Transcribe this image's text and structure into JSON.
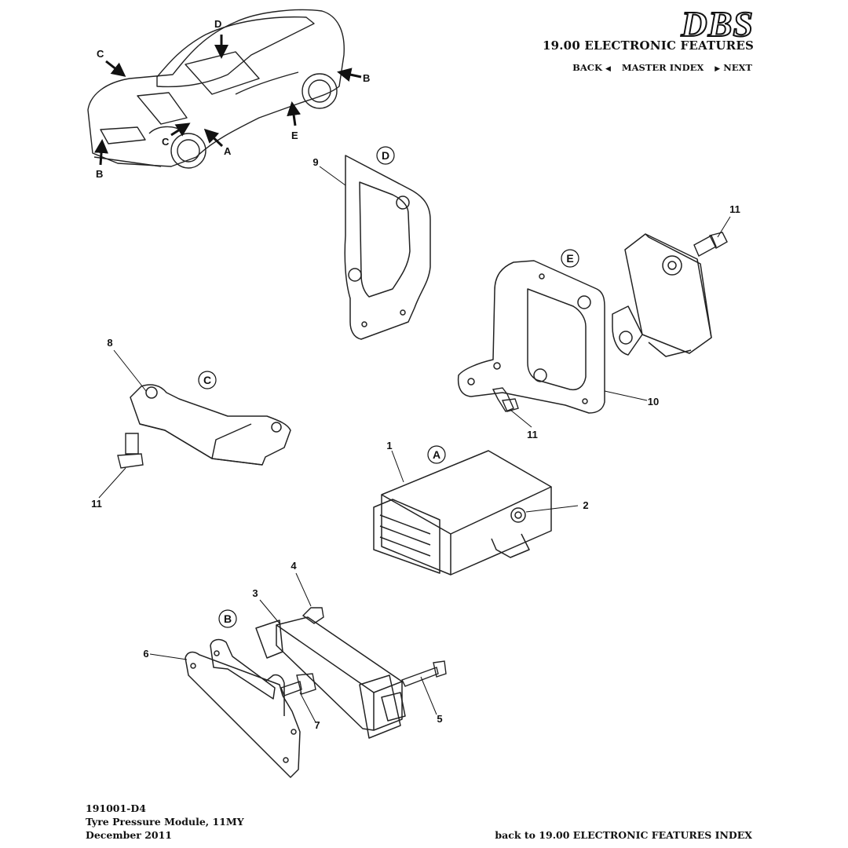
{
  "header": {
    "logo_text": "DBS",
    "section_title": "19.00 ELECTRONIC FEATURES",
    "nav": {
      "back_label": "BACK",
      "master_index_label": "MASTER INDEX",
      "next_label": "NEXT"
    }
  },
  "diagram": {
    "location_callouts": [
      "A",
      "B",
      "C",
      "D",
      "E"
    ],
    "part_numbers": [
      "1",
      "2",
      "3",
      "4",
      "5",
      "6",
      "7",
      "8",
      "9",
      "10",
      "11"
    ]
  },
  "footer": {
    "drawing_number": "191001-D4",
    "description": "Tyre Pressure Module, 11MY",
    "date": "December 2011",
    "index_link": "back to 19.00 ELECTRONIC FEATURES INDEX"
  }
}
